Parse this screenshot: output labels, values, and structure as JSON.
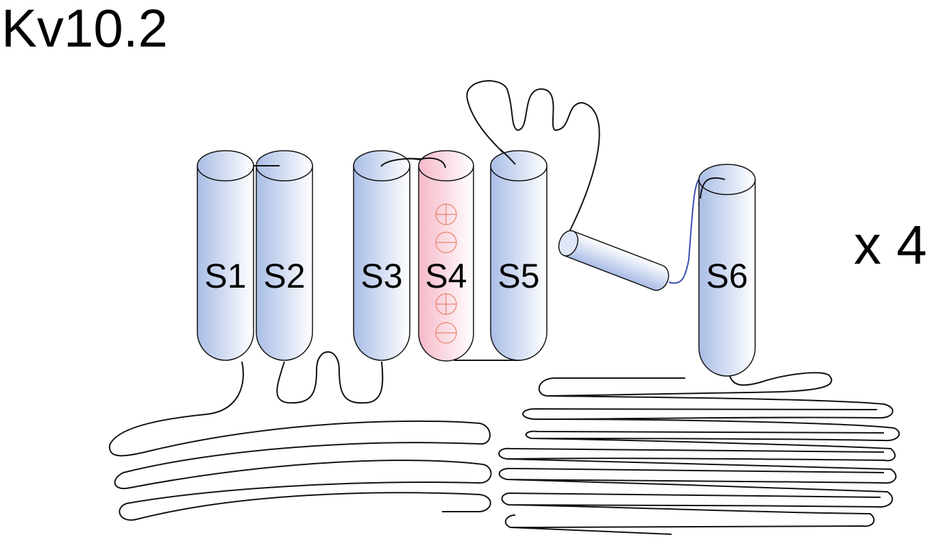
{
  "title": "Kv10.2",
  "multiplier": "x 4",
  "segments": [
    {
      "label": "S1",
      "type": "transmembrane"
    },
    {
      "label": "S2",
      "type": "transmembrane"
    },
    {
      "label": "S3",
      "type": "transmembrane"
    },
    {
      "label": "S4",
      "type": "voltage-sensor",
      "charges": [
        "plus",
        "minus",
        "plus",
        "minus"
      ]
    },
    {
      "label": "S5",
      "type": "transmembrane"
    },
    {
      "label": "S6",
      "type": "transmembrane"
    }
  ],
  "colors": {
    "helix_blue": "#a9bde6",
    "helix_pink": "#f6b8c8",
    "charge": "#e8806a",
    "linker_blue": "#3a4fb0"
  }
}
